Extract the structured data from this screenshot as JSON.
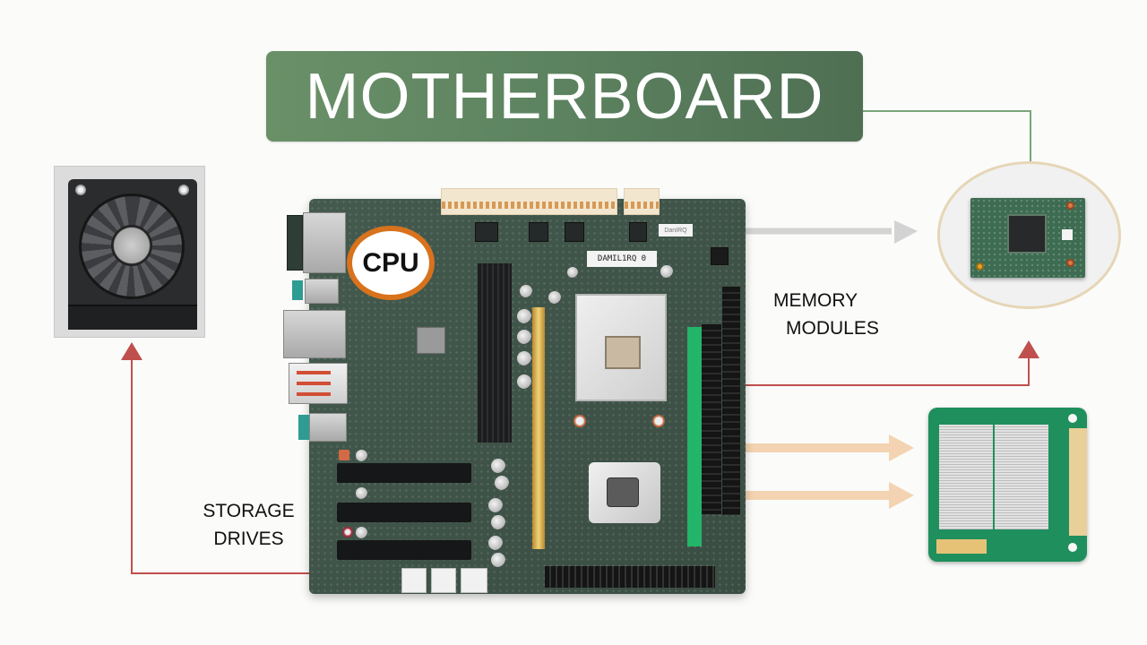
{
  "title": "MOTHERBOARD",
  "callouts": {
    "cpu": "CPU",
    "memory_modules": [
      "MEMORY",
      "MODULES"
    ],
    "storage_drives": [
      "STORAGE",
      "DRIVES"
    ]
  },
  "board_labels": {
    "main_plate": "DAMIL1RQ 0",
    "small_plate": "DanIRQ"
  },
  "components": {
    "cooling_fan": "cooling-fan-module",
    "wireless_module": "wireless-card-module",
    "ssd_module": "ssd-module"
  },
  "colors": {
    "title_bg": "#5d8460",
    "title_text": "#ffffff",
    "cpu_ring": "#d8721d",
    "connector_red": "#c0504d",
    "connector_green": "#7aa57a",
    "arrow_gray": "#d3d3d3",
    "arrow_peach": "#f3d3b1",
    "board_green": "#3f5147"
  },
  "connectors": [
    {
      "from": "title-banner",
      "to": "wireless-module",
      "style": "green-line"
    },
    {
      "from": "motherboard",
      "to": "wireless-module",
      "style": "gray-arrow"
    },
    {
      "from": "motherboard",
      "to": "wireless-module",
      "style": "red-arrow"
    },
    {
      "from": "motherboard",
      "to": "ssd-module",
      "style": "peach-arrow"
    },
    {
      "from": "motherboard",
      "to": "ssd-module",
      "style": "peach-arrow"
    },
    {
      "from": "motherboard",
      "to": "cooling-fan",
      "style": "red-arrow"
    }
  ]
}
